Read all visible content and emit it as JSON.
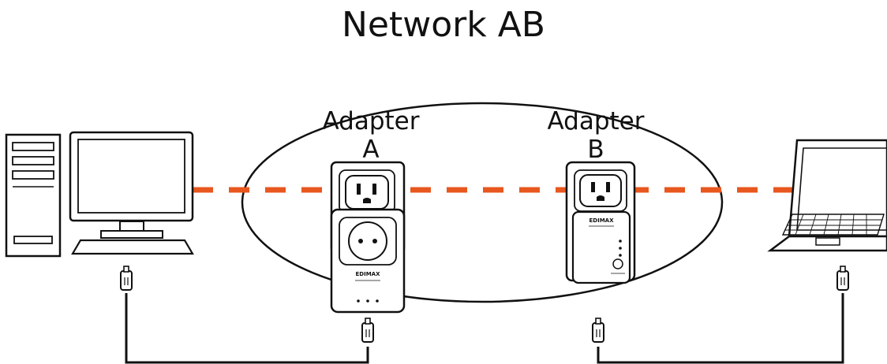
{
  "title": "Network AB",
  "adapters": [
    {
      "line1": "Adapter",
      "line2": "A",
      "brand": "EDIMAX"
    },
    {
      "line1": "Adapter",
      "line2": "B",
      "brand": "EDIMAX"
    }
  ],
  "colors": {
    "link": "#e8571e",
    "stroke": "#111111"
  }
}
